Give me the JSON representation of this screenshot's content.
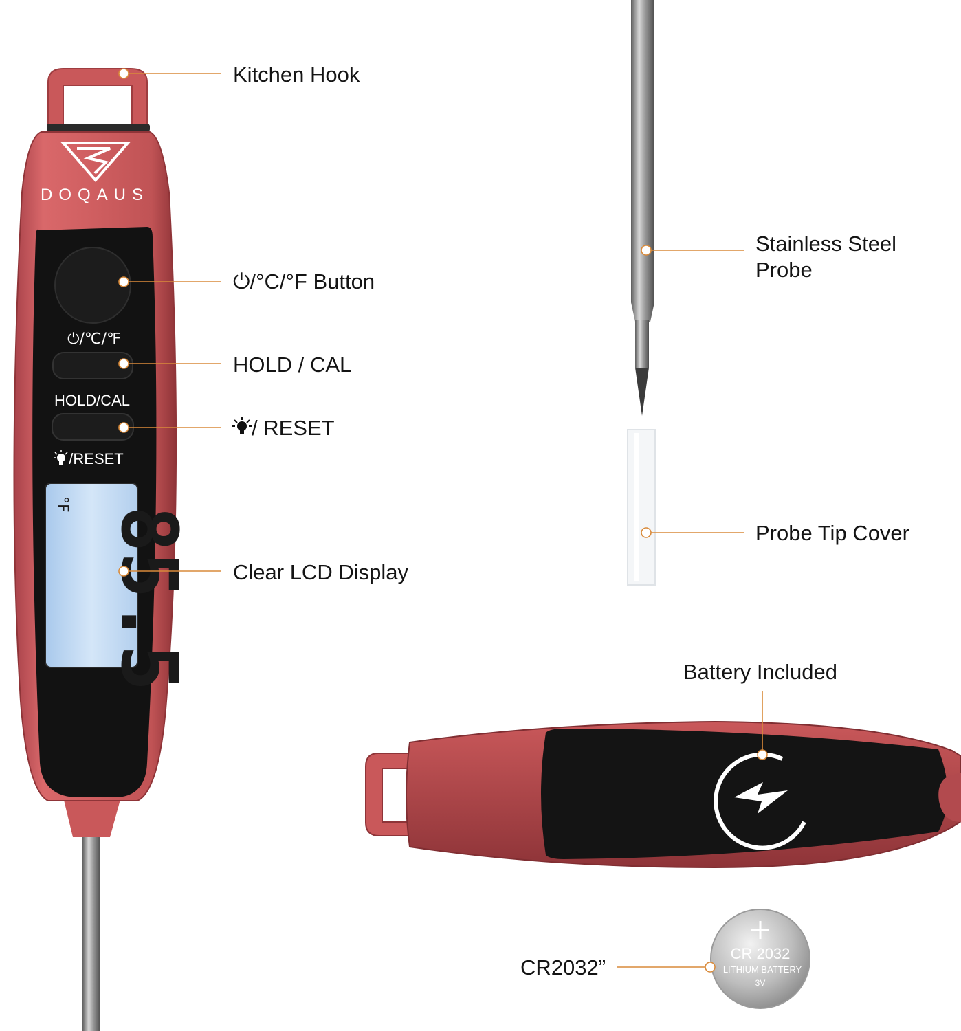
{
  "brand": {
    "name": "DOQAUS"
  },
  "device": {
    "button_power_label": "⏻/℃/℉",
    "button_hold_label": "HOLD/CAL",
    "button_light_label": "/RESET",
    "lcd_reading": "85.5",
    "lcd_unit": "°F"
  },
  "callouts": {
    "kitchen_hook": "Kitchen Hook",
    "power_button": "⏻/°C/°F Button",
    "hold_cal": "HOLD / CAL",
    "reset": "/ RESET",
    "lcd": "Clear LCD Display",
    "probe": "Stainless Steel Probe",
    "tip_cover": "Probe Tip Cover",
    "battery_included": "Battery Included",
    "cr2032": "CR2032”"
  },
  "battery": {
    "line1": "CR 2032",
    "line2": "LITHIUM BATTERY",
    "line3": "3V"
  },
  "colors": {
    "body_red": "#c9585a",
    "body_red_dark": "#9e3d40",
    "panel_black": "#111111",
    "lcd_blue": "#bcd8f4",
    "callout_line": "#d98a3a",
    "probe_steel": "#8c8c8c"
  }
}
